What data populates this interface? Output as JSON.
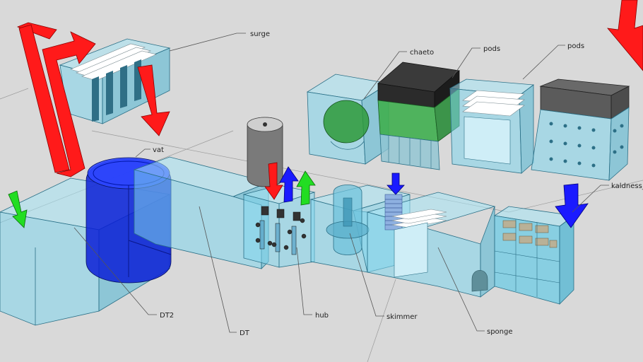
{
  "labels": {
    "surge": "surge",
    "chaeto": "chaeto",
    "pods_1": "pods",
    "pods_2": "pods",
    "vat": "vat",
    "kaldness": "kaldness_V",
    "dt2": "DT2",
    "dt": "DT",
    "hub": "hub",
    "skimmer": "skimmer",
    "sponge": "sponge"
  },
  "colors": {
    "background": "#d9d9d9",
    "glass": "#7fd6ec",
    "arrow_red": "#ff1a1a",
    "arrow_blue": "#1a1aff",
    "arrow_green": "#22dd22",
    "vat_blue": "#0a1fd6",
    "chaeto_green": "#2e9a3a"
  },
  "icons": [
    "red-flow-arrow",
    "blue-flow-arrow",
    "green-flow-arrow",
    "vat-cylinder",
    "media-reactor-cylinder"
  ]
}
